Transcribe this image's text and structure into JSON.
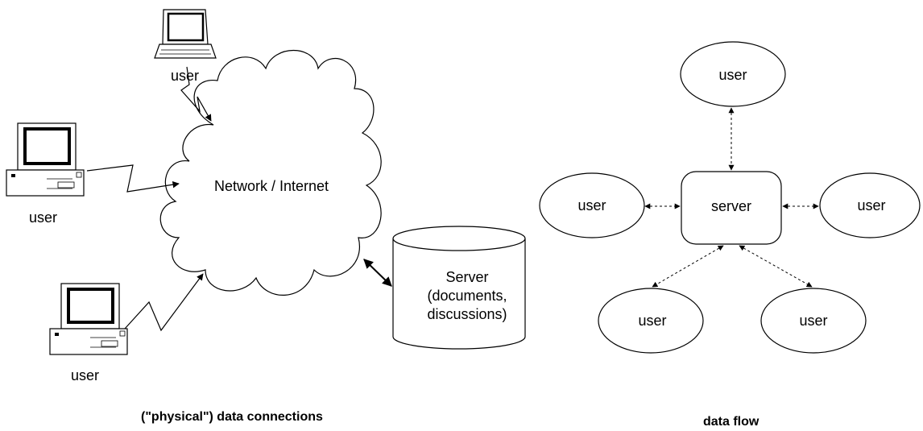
{
  "physical": {
    "cloud_label": "Network / Internet",
    "server_label_lines": [
      "Server",
      "(documents,",
      "discussions)"
    ],
    "users": [
      "user",
      "user",
      "user"
    ],
    "caption": "(\"physical\") data connections"
  },
  "dataflow": {
    "server_label": "server",
    "users": [
      "user",
      "user",
      "user",
      "user",
      "user"
    ],
    "caption": "data flow"
  }
}
